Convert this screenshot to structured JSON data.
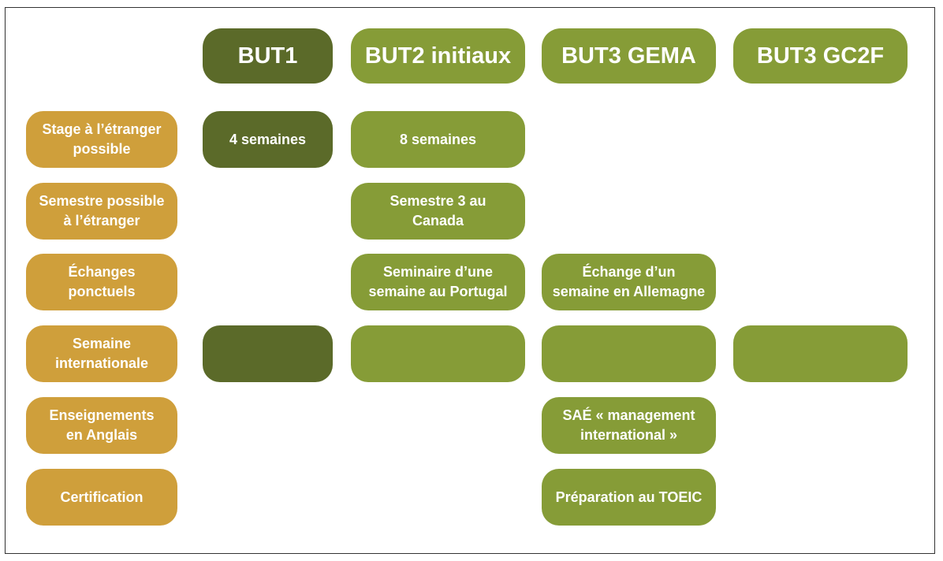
{
  "columns": [
    {
      "label": "BUT1"
    },
    {
      "label": "BUT2 initiaux"
    },
    {
      "label": "BUT3 GEMA"
    },
    {
      "label": "BUT3 GC2F"
    }
  ],
  "rows": [
    {
      "label_line1": "Stage à l’étranger",
      "label_line2": "possible"
    },
    {
      "label_line1": "Semestre possible",
      "label_line2": "à l’étranger"
    },
    {
      "label_line1": "Échanges",
      "label_line2": "ponctuels"
    },
    {
      "label_line1": "Semaine",
      "label_line2": "internationale"
    },
    {
      "label_line1": "Enseignements",
      "label_line2": "en Anglais"
    },
    {
      "label_line1": "Certification",
      "label_line2": ""
    }
  ],
  "cells": {
    "stage_but1": "4 semaines",
    "stage_but2": "8 semaines",
    "semestre_but2_line1": "Semestre 3 au",
    "semestre_but2_line2": "Canada",
    "echanges_but2_line1": "Seminaire d’une",
    "echanges_but2_line2": "semaine au Portugal",
    "echanges_gema_line1": "Échange d’un",
    "echanges_gema_line2": "semaine en Allemagne",
    "anglais_gema_line1": "SAÉ « management",
    "anglais_gema_line2": "international »",
    "certification_gema": "Préparation au TOEIC"
  },
  "colors": {
    "row_label": "#cf9f3b",
    "but1": "#5b6a29",
    "other_columns": "#869c37",
    "text": "#ffffff"
  }
}
